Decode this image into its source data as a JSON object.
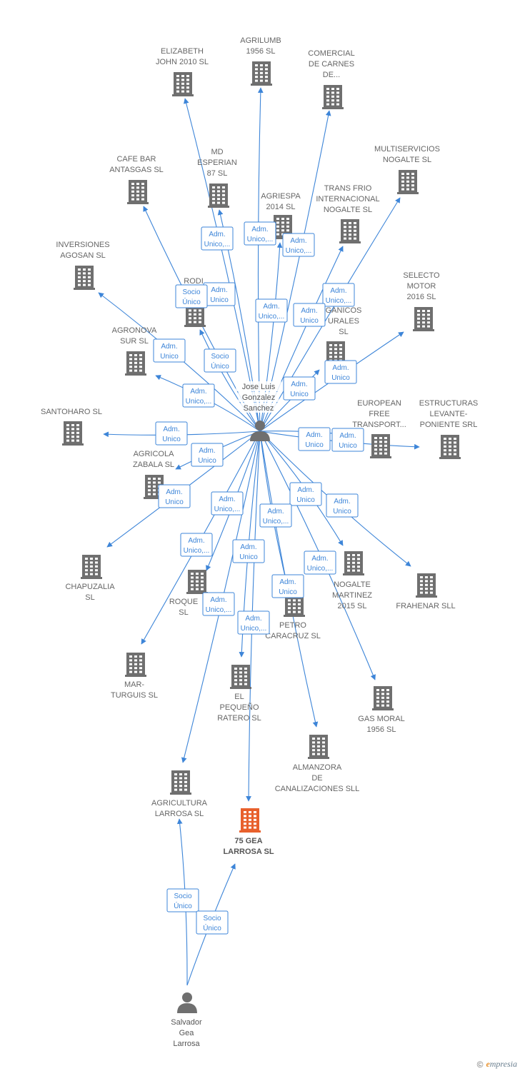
{
  "colors": {
    "edge": "#3d85d8",
    "building": "#6f6f6f",
    "building_focus": "#e8602c",
    "person": "#6f6f6f"
  },
  "persons": [
    {
      "id": "jose",
      "lines": [
        "Jose Luis",
        "Gonzalez",
        "Sanchez"
      ]
    },
    {
      "id": "salvador",
      "lines": [
        "Salvador",
        "Gea",
        "Larrosa"
      ]
    }
  ],
  "companies": [
    {
      "id": "elizabeth",
      "lines": [
        "ELIZABETH",
        "JOHN 2010 SL"
      ]
    },
    {
      "id": "agrilumb",
      "lines": [
        "AGRILUMB",
        "1956  SL"
      ]
    },
    {
      "id": "comercial",
      "lines": [
        "COMERCIAL",
        "DE CARNES",
        "DE..."
      ]
    },
    {
      "id": "cafebar",
      "lines": [
        "CAFE BAR",
        "ANTASGAS  SL"
      ]
    },
    {
      "id": "md",
      "lines": [
        "MD",
        "ESPERIAN",
        "87  SL"
      ]
    },
    {
      "id": "multiservicios",
      "lines": [
        "MULTISERVICIOS",
        "NOGALTE  SL"
      ]
    },
    {
      "id": "agriespa",
      "lines": [
        "AGRIESPA",
        "2014  SL"
      ]
    },
    {
      "id": "transfrio",
      "lines": [
        "TRANS FRIO",
        "INTERNACIONAL",
        "NOGALTE  SL"
      ]
    },
    {
      "id": "inversiones",
      "lines": [
        "INVERSIONES",
        "AGOSAN SL"
      ]
    },
    {
      "id": "rodi",
      "lines": [
        "RODI",
        "TO     SL"
      ]
    },
    {
      "id": "selecto",
      "lines": [
        "SELECTO",
        "MOTOR",
        "2016  SL"
      ]
    },
    {
      "id": "organicos",
      "lines": [
        "GANICOS",
        "URALES",
        "SL"
      ]
    },
    {
      "id": "agronova",
      "lines": [
        "AGRONOVA",
        "SUR SL"
      ]
    },
    {
      "id": "santoharo",
      "lines": [
        "SANTOHARO SL"
      ]
    },
    {
      "id": "european",
      "lines": [
        "EUROPEAN",
        "FREE",
        "TRANSPORT..."
      ]
    },
    {
      "id": "estructuras",
      "lines": [
        "ESTRUCTURAS",
        "LEVANTE-",
        "PONIENTE SRL"
      ]
    },
    {
      "id": "agricolazabala",
      "lines": [
        "AGRICOLA",
        "ZABALA SL"
      ]
    },
    {
      "id": "chapuzalia",
      "lines": [
        "CHAPUZALIA",
        "SL"
      ]
    },
    {
      "id": "roquez",
      "lines": [
        "ROQUE",
        "SL"
      ]
    },
    {
      "id": "petro",
      "lines": [
        "PETRO",
        "CARACRUZ  SL"
      ]
    },
    {
      "id": "nogalte",
      "lines": [
        "NOGALTE",
        "MARTINEZ",
        "2015  SL"
      ]
    },
    {
      "id": "frahenar",
      "lines": [
        "FRAHENAR SLL"
      ]
    },
    {
      "id": "marturguis",
      "lines": [
        "MAR-",
        "TURGUIS  SL"
      ]
    },
    {
      "id": "pequeno",
      "lines": [
        "EL",
        "PEQUEÑO",
        "RATERO  SL"
      ]
    },
    {
      "id": "gasmoral",
      "lines": [
        "GAS MORAL",
        "1956  SL"
      ]
    },
    {
      "id": "almanzora",
      "lines": [
        "ALMANZORA",
        "DE",
        "CANALIZACIONES SLL"
      ]
    },
    {
      "id": "agricultura",
      "lines": [
        "AGRICULTURA",
        "LARROSA  SL"
      ]
    },
    {
      "id": "gea75",
      "lines": [
        "75 GEA",
        "LARROSA  SL"
      ],
      "focus": true
    }
  ],
  "edges": [
    {
      "from": "jose",
      "to": "elizabeth",
      "lines": [
        "Adm.",
        "Unico"
      ]
    },
    {
      "from": "jose",
      "to": "agrilumb",
      "lines": [
        "Adm.",
        "Unico,..."
      ]
    },
    {
      "from": "jose",
      "to": "comercial",
      "lines": [
        "Adm.",
        "Unico,..."
      ]
    },
    {
      "from": "jose",
      "to": "cafebar",
      "lines": [
        "Socio",
        "Único"
      ]
    },
    {
      "from": "jose",
      "to": "md",
      "lines": [
        "Adm.",
        "Unico,..."
      ]
    },
    {
      "from": "jose",
      "to": "multiservicios",
      "lines": [
        "Adm.",
        "Unico,..."
      ]
    },
    {
      "from": "jose",
      "to": "agriespa",
      "lines": [
        "Adm.",
        "Unico,..."
      ]
    },
    {
      "from": "jose",
      "to": "transfrio",
      "lines": [
        "Adm.",
        "Unico"
      ]
    },
    {
      "from": "jose",
      "to": "inversiones",
      "lines": [
        "Adm.",
        "Unico"
      ]
    },
    {
      "from": "jose",
      "to": "rodi",
      "lines": [
        "Socio",
        "Único"
      ]
    },
    {
      "from": "jose",
      "to": "selecto",
      "lines": [
        "Adm.",
        "Unico"
      ]
    },
    {
      "from": "jose",
      "to": "organicos",
      "lines": [
        "Adm.",
        "Unico"
      ]
    },
    {
      "from": "jose",
      "to": "agronova",
      "lines": [
        "Adm.",
        "Unico,..."
      ]
    },
    {
      "from": "jose",
      "to": "santoharo",
      "lines": [
        "Adm.",
        "Unico"
      ]
    },
    {
      "from": "jose",
      "to": "european",
      "lines": [
        "Adm.",
        "Unico"
      ]
    },
    {
      "from": "jose",
      "to": "estructuras",
      "lines": [
        "Adm.",
        "Unico"
      ]
    },
    {
      "from": "jose",
      "to": "agricolazabala",
      "lines": [
        "Adm.",
        "Unico"
      ]
    },
    {
      "from": "jose",
      "to": "chapuzalia",
      "lines": [
        "Adm.",
        "Unico"
      ]
    },
    {
      "from": "jose",
      "to": "roquez",
      "lines": [
        "Adm.",
        "Unico,..."
      ]
    },
    {
      "from": "jose",
      "to": "petro",
      "lines": [
        "Adm.",
        "Unico"
      ]
    },
    {
      "from": "jose",
      "to": "nogalte",
      "lines": [
        "Adm.",
        "Unico"
      ]
    },
    {
      "from": "jose",
      "to": "frahenar",
      "lines": [
        "Adm.",
        "Unico"
      ]
    },
    {
      "from": "jose",
      "to": "marturguis",
      "lines": [
        "Adm.",
        "Unico,..."
      ]
    },
    {
      "from": "jose",
      "to": "pequeno",
      "lines": [
        "Adm.",
        "Unico"
      ]
    },
    {
      "from": "jose",
      "to": "gasmoral",
      "lines": [
        "Adm.",
        "Unico,..."
      ]
    },
    {
      "from": "jose",
      "to": "almanzora",
      "lines": [
        "Adm.",
        "Unico,..."
      ]
    },
    {
      "from": "jose",
      "to": "agricultura",
      "lines": [
        "Adm.",
        "Unico,..."
      ]
    },
    {
      "from": "jose",
      "to": "gea75",
      "lines": [
        "Adm.",
        "Unico,..."
      ]
    },
    {
      "from": "salvador",
      "to": "agricultura",
      "lines": [
        "Socio",
        "Único"
      ]
    },
    {
      "from": "salvador",
      "to": "gea75",
      "lines": [
        "Socio",
        "Único"
      ]
    }
  ],
  "footer": {
    "copyright": "©",
    "brand_first": "e",
    "brand_rest": "mpresia"
  }
}
